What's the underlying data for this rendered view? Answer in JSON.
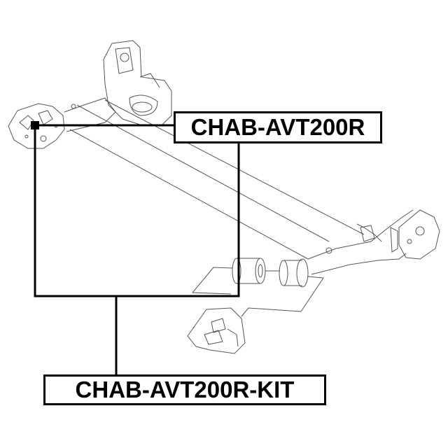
{
  "diagram": {
    "type": "parts-exploded-view",
    "subject": "rear axle beam assembly with bushings",
    "labels": [
      {
        "id": "main",
        "text": "CHAB-AVT200R"
      },
      {
        "id": "kit",
        "text": "CHAB-AVT200R-KIT"
      }
    ],
    "colors": {
      "background": "#ffffff",
      "line_art": "#555555",
      "callout": "#000000"
    }
  }
}
